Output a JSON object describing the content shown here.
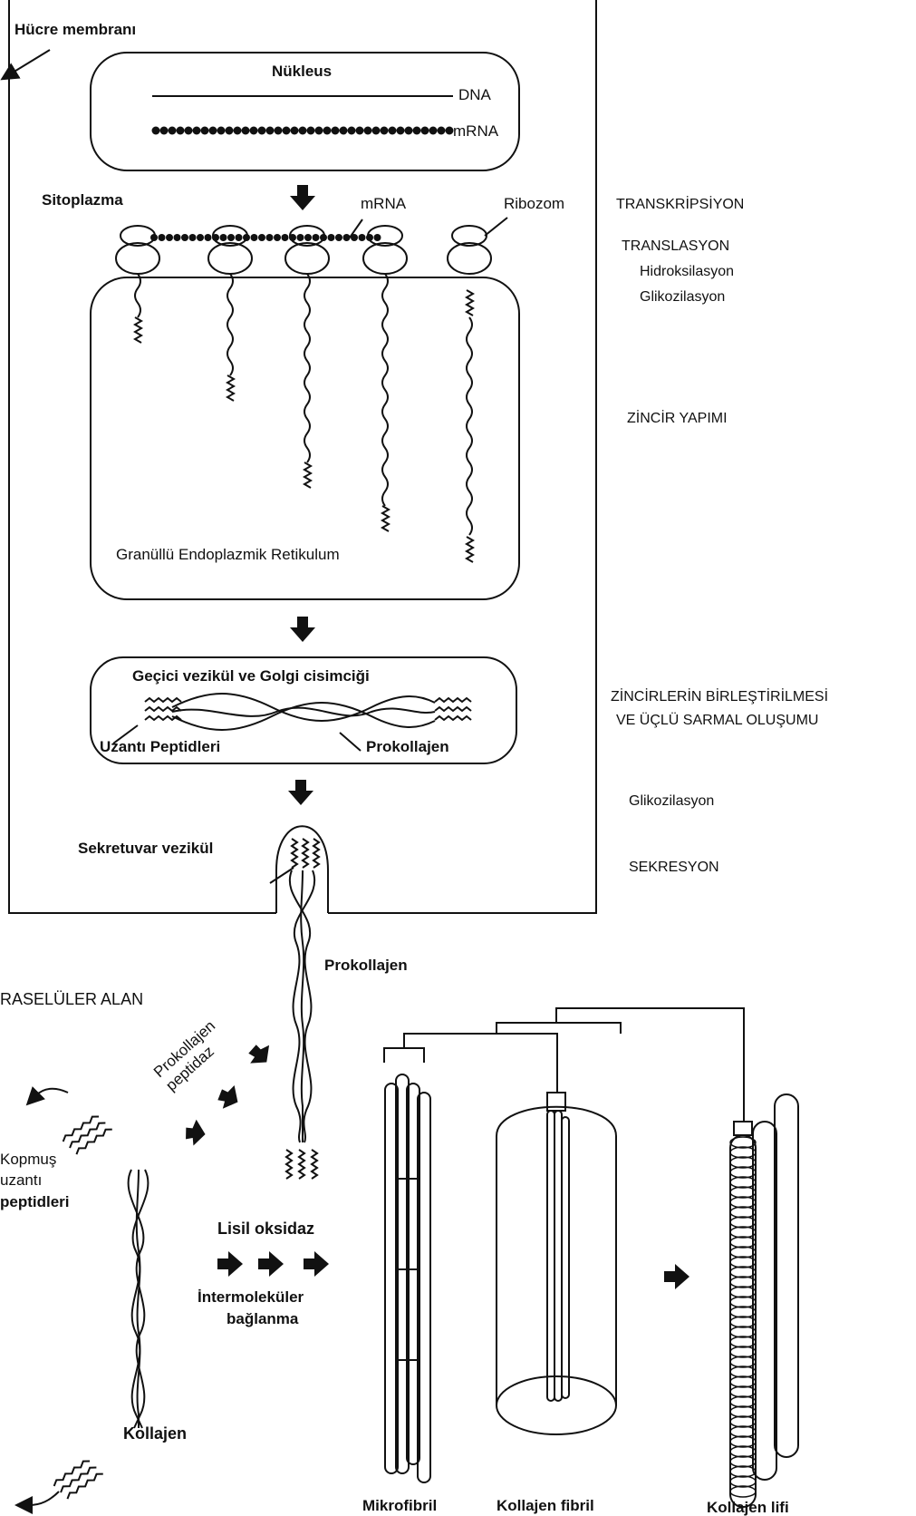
{
  "labels": {
    "hucre_membrani": "Hücre membranı",
    "nukleus": "Nükleus",
    "dna": "DNA",
    "mrna_nucleus": "mRNA",
    "sitoplazma": "Sitoplazma",
    "mrna": "mRNA",
    "ribozom": "Ribozom",
    "granullu_er": "Granüllü Endoplazmik Retikulum",
    "gecici_vezikul": "Geçici vezikül ve Golgi cisimciği",
    "uzanti_peptidleri": "Uzantı Peptidleri",
    "prokollajen_golgi": "Prokollajen",
    "sekretuvar_vezikul": "Sekretuvar vezikül",
    "prokollajen_out": "Prokollajen",
    "ekstraselular": "RASELÜLER ALAN",
    "prokollajen_peptidaz": "Prokollajen peptidaz",
    "kopmus_1": "Kopmuş",
    "kopmus_2": "uzantı",
    "kopmus_3": "peptidleri",
    "lisil_oksidaz": "Lisil oksidaz",
    "intermolekuler": "İntermoleküler",
    "baglanma": "bağlanma",
    "kollajen": "Kollajen",
    "mikrofibril": "Mikrofibril",
    "kollajen_fibril": "Kollajen fibril",
    "kollajen_lifi": "Kollajen lifi"
  },
  "stages": {
    "transkripsiyon": "TRANSKRİPSİYON",
    "translasyon": "TRANSLASYON",
    "hidroksilasyon": "Hidroksilasyon",
    "glikozilasyon_1": "Glikozilasyon",
    "zincir_yapimi": "ZİNCİR YAPIMI",
    "birlestirme_1": "ZİNCİRLERİN BİRLEŞTİRİLMESİ",
    "birlestirme_2": "VE ÜÇLÜ SARMAL OLUŞUMU",
    "glikozilasyon_2": "Glikozilasyon",
    "sekresyon": "SEKRESYON"
  },
  "colors": {
    "ink": "#111111",
    "paper": "#ffffff"
  }
}
